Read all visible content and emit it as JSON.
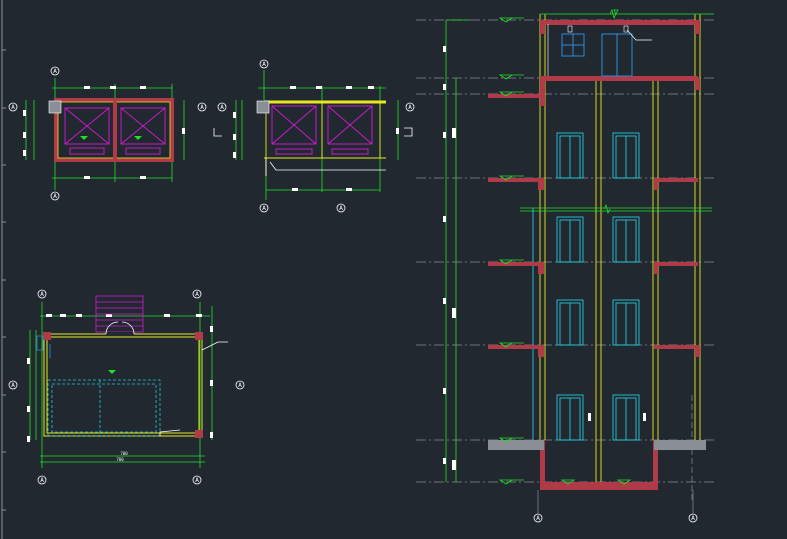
{
  "colors": {
    "background": "#212830",
    "wall": "#b03a48",
    "magenta": "#d41ad4",
    "green": "#22e02a",
    "yellow": "#e8e820",
    "cyan": "#22c8d8",
    "white": "#ffffff",
    "gray": "#8a8f96",
    "blue": "#2a8ad8"
  },
  "axis_labels": {
    "plan1_top": "A",
    "plan1_bottom": "A",
    "plan1_left": "A",
    "plan1_right": "A",
    "plan2_top": "A",
    "plan2_bottom_left": "A",
    "plan2_bottom_right": "A",
    "plan2_left": "A",
    "plan2_right": "A",
    "plan3_top_left": "A",
    "plan3_top_right": "A",
    "plan3_bottom_left": "A",
    "plan3_bottom_right": "A",
    "plan3_left": "A",
    "plan3_right": "A",
    "section_bottom_left": "A",
    "section_bottom_right": "A"
  },
  "dimensions": {
    "plan3_width_1": "700",
    "plan3_width_2": "700"
  },
  "icons": {
    "axis_bubble": "axis-bubble-icon",
    "level_marker": "level-triangle-icon",
    "break_line": "break-line-icon"
  }
}
